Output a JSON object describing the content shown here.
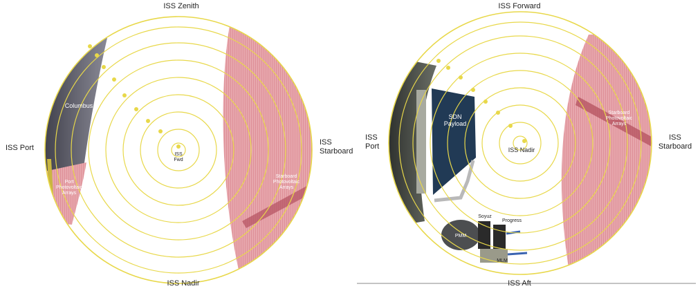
{
  "colors": {
    "ring": "#e8d84a",
    "solar_array": "#d98a92",
    "module": "#4a4a55",
    "payload": "#213a55",
    "background": "#ffffff"
  },
  "left_view": {
    "top_label": "ISS Zenith",
    "bottom_label": "ISS Nadir",
    "left_label": "ISS Port",
    "right_label_line1": "ISS",
    "right_label_line2": "Starboard",
    "center_label_line1": "ISS",
    "center_label_line2": "Fwd",
    "module_label": "Columbus",
    "port_arrays_line1": "Port",
    "port_arrays_line2": "Photovoltaic",
    "port_arrays_line3": "Arrays",
    "starboard_arrays_line1": "Starboard",
    "starboard_arrays_line2": "Photovoltaic",
    "starboard_arrays_line3": "Arrays"
  },
  "right_view": {
    "top_label": "ISS Forward",
    "bottom_label": "ISS Aft",
    "left_label_line1": "ISS",
    "left_label_line2": "Port",
    "right_label_line1": "ISS",
    "right_label_line2": "Starboard",
    "center_label": "ISS Nadir",
    "payload_line1": "SDN",
    "payload_line2": "Payload",
    "starboard_arrays_line1": "Starboard",
    "starboard_arrays_line2": "Photovoltaic",
    "starboard_arrays_line3": "Arrays",
    "soyuz_label": "Soyuz",
    "progress_label": "Progress",
    "pmm_label": "PMM",
    "mlm_label": "MLM"
  }
}
